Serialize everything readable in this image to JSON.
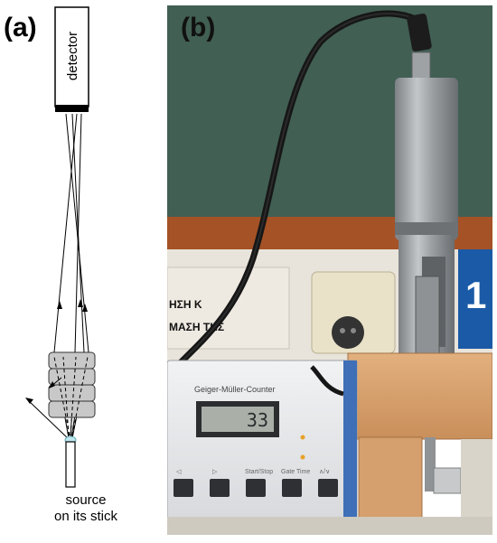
{
  "panel_a": {
    "label": "(a)",
    "detector_label": "detector",
    "caption_line1": "source",
    "caption_line2": "on its stick"
  },
  "panel_b": {
    "label": "(b)",
    "counter_title": "Geiger-Müller-Counter",
    "display_value": "33",
    "sign_text_line1": "ΗΣΗ Κ",
    "sign_text_line2": "ΜΑΣΗ ΤΗΣ",
    "sign_number": "1",
    "button_labels": [
      "◁",
      "▷",
      "Start/Stop",
      "Gate Time",
      "∧/∨"
    ]
  },
  "colors": {
    "board_green": "#3d5a4f",
    "wood_frame": "#a55226",
    "wall": "#e8e4db",
    "absorber_gray": "#c8c8c8",
    "counter_body": "#e9eaec",
    "display_bg": "#aab0a8",
    "sign_blue": "#1a5aa6"
  }
}
